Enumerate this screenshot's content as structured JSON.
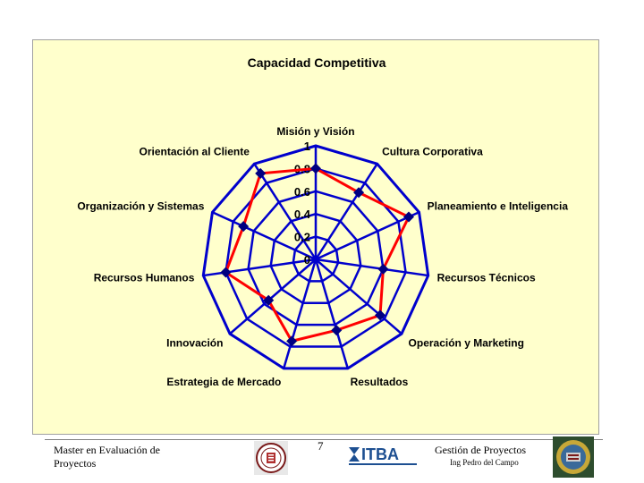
{
  "chart_data": {
    "type": "radar",
    "title": "Capacidad Competitiva",
    "categories": [
      "Misión y Visión",
      "Cultura Corporativa",
      "Planeamiento e Inteligencia",
      "Recursos Técnicos",
      "Operación y Marketing",
      "Resultados",
      "Estrategia de Mercado",
      "Innovación",
      "Recursos Humanos",
      "Organización  y Sistemas",
      "Orientación al Cliente"
    ],
    "values": [
      0.8,
      0.7,
      0.9,
      0.6,
      0.75,
      0.65,
      0.75,
      0.55,
      0.8,
      0.7,
      0.9
    ],
    "rlim": [
      0,
      1
    ],
    "ticks": [
      "0",
      "0.2",
      "0.4",
      "0.6",
      "0.8",
      "1"
    ],
    "grid_color": "#0000cc",
    "line_color": "#ff0000",
    "marker_color": "#000080",
    "background": "#ffffcc"
  },
  "footer": {
    "left_line1": "Master en Evaluación de",
    "left_line2": "Proyectos",
    "page_number": "7",
    "right_line1": "Gestión de Proyectos",
    "right_line2": "Ing Pedro del Campo",
    "logo_text": "ITBA"
  }
}
